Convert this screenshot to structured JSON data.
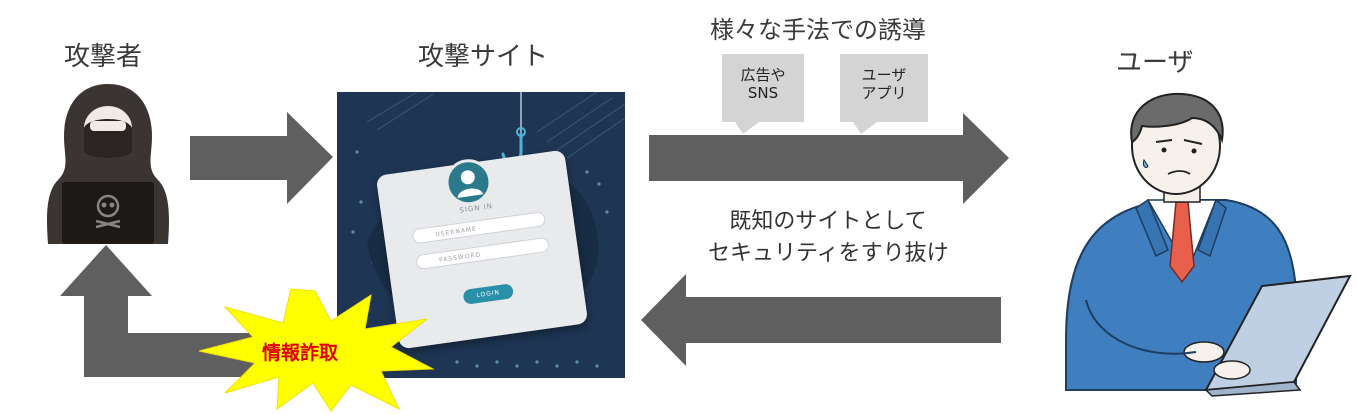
{
  "labels": {
    "attacker": "攻撃者",
    "attack_site": "攻撃サイト",
    "user": "ユーザ",
    "lure_title": "様々な手法での誘導"
  },
  "callouts": [
    {
      "lines": [
        "広告や",
        "SNS"
      ]
    },
    {
      "lines": [
        "ユーザ",
        "アプリ"
      ]
    }
  ],
  "note": {
    "lines": [
      "既知のサイトとして",
      "セキュリティをすり抜け"
    ]
  },
  "burst": {
    "text": "情報詐取"
  },
  "signin_card": {
    "title": "SIGN IN",
    "username_placeholder": "USERNAME",
    "password_placeholder": "PASSWORD",
    "login_button": "LOGIN"
  },
  "colors": {
    "arrow": "#5f5f5f",
    "burst_fill": "#ffff00",
    "burst_text": "#e00000",
    "panel_bg": "#1e3553",
    "suit": "#3f7fbf",
    "tie": "#e8604c"
  },
  "icons": {
    "attacker": "hooded-hacker-icon",
    "user": "businessman-laptop-icon",
    "hook": "fishing-hook-icon"
  }
}
